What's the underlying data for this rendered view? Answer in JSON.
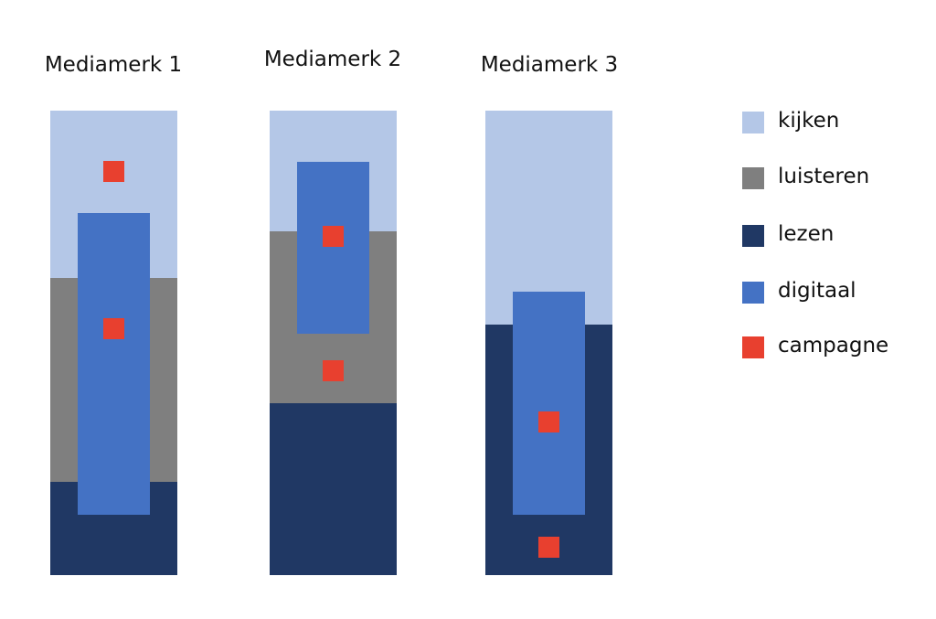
{
  "colors": {
    "kijken": "#b4c7e7",
    "luisteren": "#7f7f7f",
    "lezen": "#203864",
    "digitaal": "#4472c4",
    "campagne": "#e8402f"
  },
  "legend": [
    {
      "key": "kijken",
      "label": "kijken"
    },
    {
      "key": "luisteren",
      "label": "luisteren"
    },
    {
      "key": "lezen",
      "label": "lezen"
    },
    {
      "key": "digitaal",
      "label": "digitaal"
    },
    {
      "key": "campagne",
      "label": "campagne"
    }
  ],
  "brands": [
    {
      "title": "Mediamerk 1",
      "segments": [
        {
          "key": "kijken",
          "start": 0.0,
          "end": 0.36
        },
        {
          "key": "luisteren",
          "start": 0.36,
          "end": 0.8
        },
        {
          "key": "lezen",
          "start": 0.8,
          "end": 1.0
        }
      ],
      "digitaal": {
        "start": 0.22,
        "end": 0.87
      },
      "campagne": [
        0.13,
        0.47
      ]
    },
    {
      "title": "Mediamerk 2",
      "segments": [
        {
          "key": "kijken",
          "start": 0.0,
          "end": 0.26
        },
        {
          "key": "luisteren",
          "start": 0.26,
          "end": 0.63
        },
        {
          "key": "lezen",
          "start": 0.63,
          "end": 1.0
        }
      ],
      "digitaal": {
        "start": 0.11,
        "end": 0.48
      },
      "campagne": [
        0.27,
        0.56
      ]
    },
    {
      "title": "Mediamerk 3",
      "segments": [
        {
          "key": "kijken",
          "start": 0.0,
          "end": 0.46
        },
        {
          "key": "lezen",
          "start": 0.46,
          "end": 1.0
        }
      ],
      "digitaal": {
        "start": 0.39,
        "end": 0.87
      },
      "campagne": [
        0.67,
        0.94
      ]
    }
  ]
}
